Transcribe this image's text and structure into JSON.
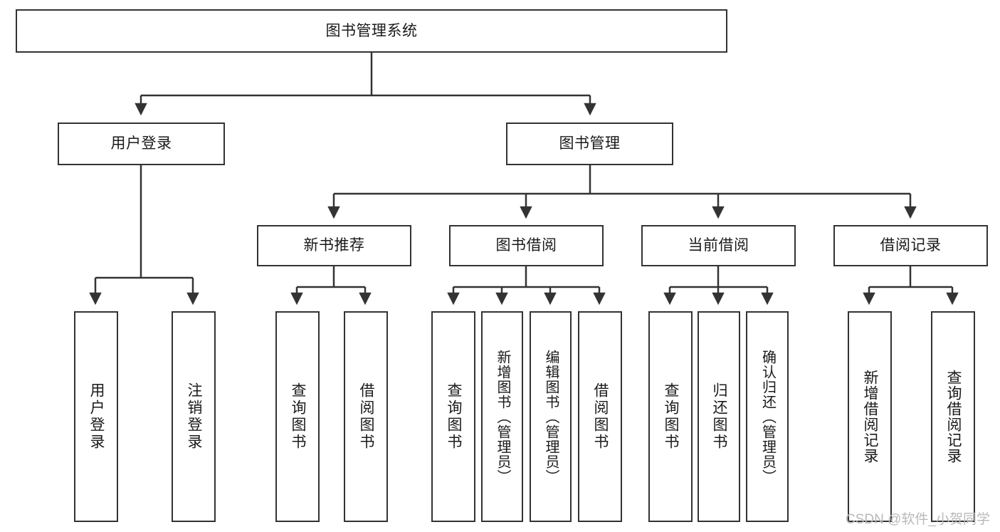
{
  "diagram": {
    "title": "图书管理系统",
    "type": "tree",
    "orientation": "top-down",
    "watermark": "CSDN @软件_小贺同学",
    "colors": {
      "background": "#ffffff",
      "box_border": "#333333",
      "box_fill": "#ffffff",
      "text": "#1a1a1a",
      "connector": "#333333",
      "watermark": "#b9b9b9"
    },
    "levels": {
      "root": "图书管理系统",
      "level2": [
        "用户登录",
        "图书管理"
      ],
      "level3": [
        "新书推荐",
        "图书借阅",
        "当前借阅",
        "借阅记录"
      ],
      "level4_groups": [
        {
          "parent": "用户登录",
          "children": [
            "用户登录",
            "注销登录"
          ]
        },
        {
          "parent": "新书推荐",
          "children": [
            "查询图书",
            "借阅图书"
          ]
        },
        {
          "parent": "图书借阅",
          "children": [
            "查询图书",
            "新增图书（管理员）",
            "编辑图书（管理员）",
            "借阅图书"
          ]
        },
        {
          "parent": "当前借阅",
          "children": [
            "查询图书",
            "归还图书",
            "确认归还（管理员）"
          ]
        },
        {
          "parent": "借阅记录",
          "children": [
            "新增借阅记录",
            "查询借阅记录"
          ]
        }
      ]
    },
    "nodes": {
      "root": {
        "label": "图书管理系统"
      },
      "user_login": {
        "label": "用户登录"
      },
      "book_manage": {
        "label": "图书管理"
      },
      "new_book_rec": {
        "label": "新书推荐"
      },
      "book_borrow": {
        "label": "图书借阅"
      },
      "current_borrow": {
        "label": "当前借阅"
      },
      "borrow_record": {
        "label": "借阅记录"
      },
      "leaf_user_login": {
        "label": "用户登录"
      },
      "leaf_user_logout": {
        "label": "注销登录"
      },
      "leaf_rec_query": {
        "label": "查询图书"
      },
      "leaf_rec_borrow": {
        "label": "借阅图书"
      },
      "leaf_bb_query": {
        "label": "查询图书"
      },
      "leaf_bb_add": {
        "label": "新增图书（管理员）"
      },
      "leaf_bb_edit": {
        "label": "编辑图书（管理员）"
      },
      "leaf_bb_borrow": {
        "label": "借阅图书"
      },
      "leaf_cb_query": {
        "label": "查询图书"
      },
      "leaf_cb_return": {
        "label": "归还图书"
      },
      "leaf_cb_confirm": {
        "label": "确认归还（管理员）"
      },
      "leaf_br_add": {
        "label": "新增借阅记录"
      },
      "leaf_br_query": {
        "label": "查询借阅记录"
      }
    }
  }
}
